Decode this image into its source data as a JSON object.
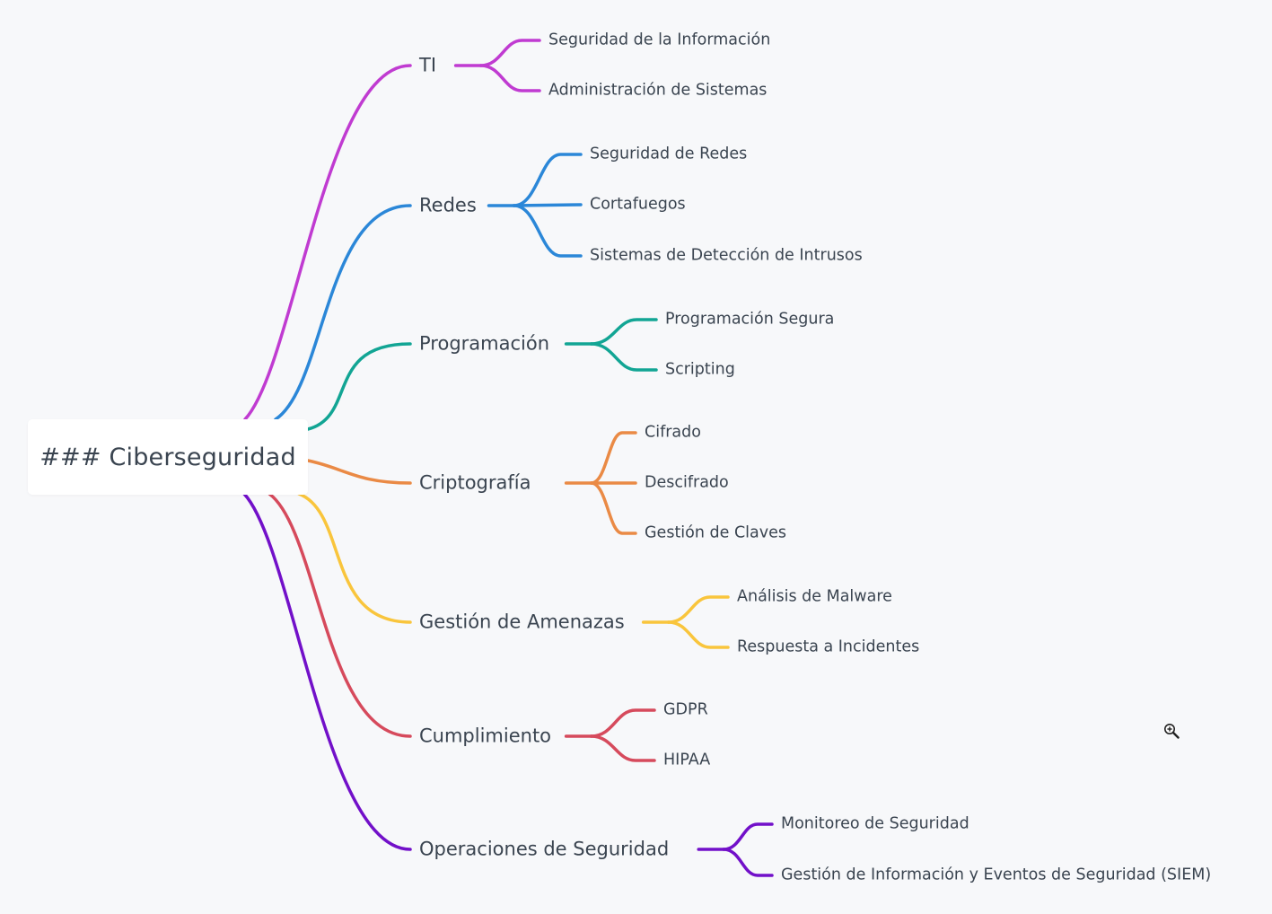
{
  "root": {
    "label": "### Ciberseguridad"
  },
  "branches": [
    {
      "label": "TI",
      "color": "#c03bd1",
      "children": [
        "Seguridad de la Información",
        "Administración de Sistemas"
      ]
    },
    {
      "label": "Redes",
      "color": "#2b87d8",
      "children": [
        "Seguridad de Redes",
        "Cortafuegos",
        "Sistemas de Detección de Intrusos"
      ]
    },
    {
      "label": "Programación",
      "color": "#12a594",
      "children": [
        "Programación Segura",
        "Scripting"
      ]
    },
    {
      "label": "Criptografía",
      "color": "#ea8a45",
      "children": [
        "Cifrado",
        "Descifrado",
        "Gestión de Claves"
      ]
    },
    {
      "label": "Gestión de Amenazas",
      "color": "#f9c53c",
      "children": [
        "Análisis de Malware",
        "Respuesta a Incidentes"
      ]
    },
    {
      "label": "Cumplimiento",
      "color": "#d64a5c",
      "children": [
        "GDPR",
        "HIPAA"
      ]
    },
    {
      "label": "Operaciones de Seguridad",
      "color": "#7210c9",
      "children": [
        "Monitoreo de Seguridad",
        "Gestión de Información y Eventos de Seguridad (SIEM)"
      ]
    }
  ],
  "cursor": {
    "icon": "zoom-in-icon"
  }
}
